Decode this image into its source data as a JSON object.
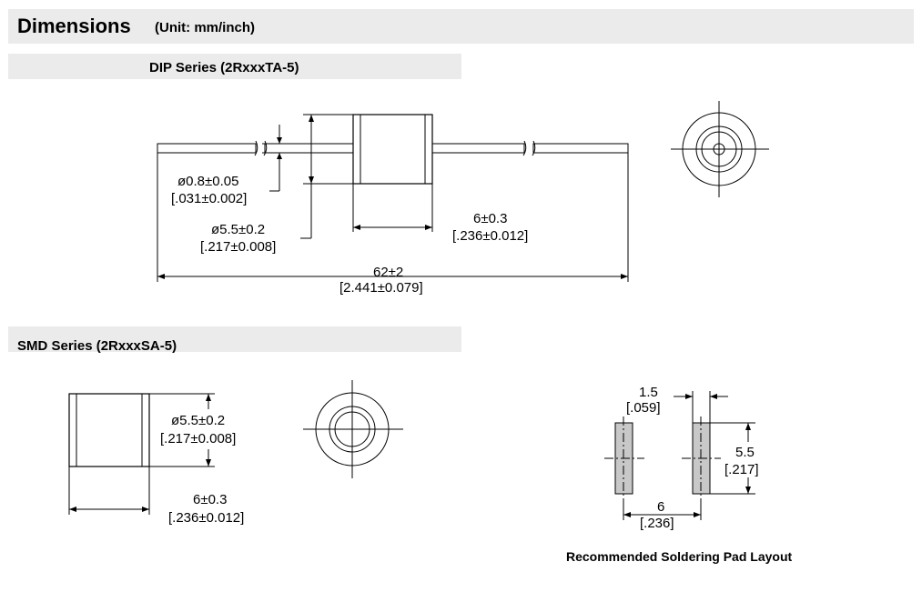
{
  "header": {
    "title": "Dimensions",
    "unit": "(Unit: mm/inch)"
  },
  "dip": {
    "title": "DIP Series (2RxxxTA-5)",
    "lead_diameter": "ø0.8±0.05",
    "lead_diameter_in": "[.031±0.002]",
    "body_diameter": "ø5.5±0.2",
    "body_diameter_in": "[.217±0.008]",
    "body_length": "6±0.3",
    "body_length_in": "[.236±0.012]",
    "total_length": "62±2",
    "total_length_in": "[2.441±0.079]"
  },
  "smd": {
    "title": "SMD Series (2RxxxSA-5)",
    "body_diameter": "ø5.5±0.2",
    "body_diameter_in": "[.217±0.008]",
    "body_length": "6±0.3",
    "body_length_in": "[.236±0.012]"
  },
  "pad": {
    "width": "1.5",
    "width_in": "[.059]",
    "height": "5.5",
    "height_in": "[.217]",
    "spacing": "6",
    "spacing_in": "[.236]",
    "caption": "Recommended Soldering Pad Layout"
  },
  "colors": {
    "header_bg": "#ebebeb",
    "pad_fill": "#c8c8c8"
  }
}
